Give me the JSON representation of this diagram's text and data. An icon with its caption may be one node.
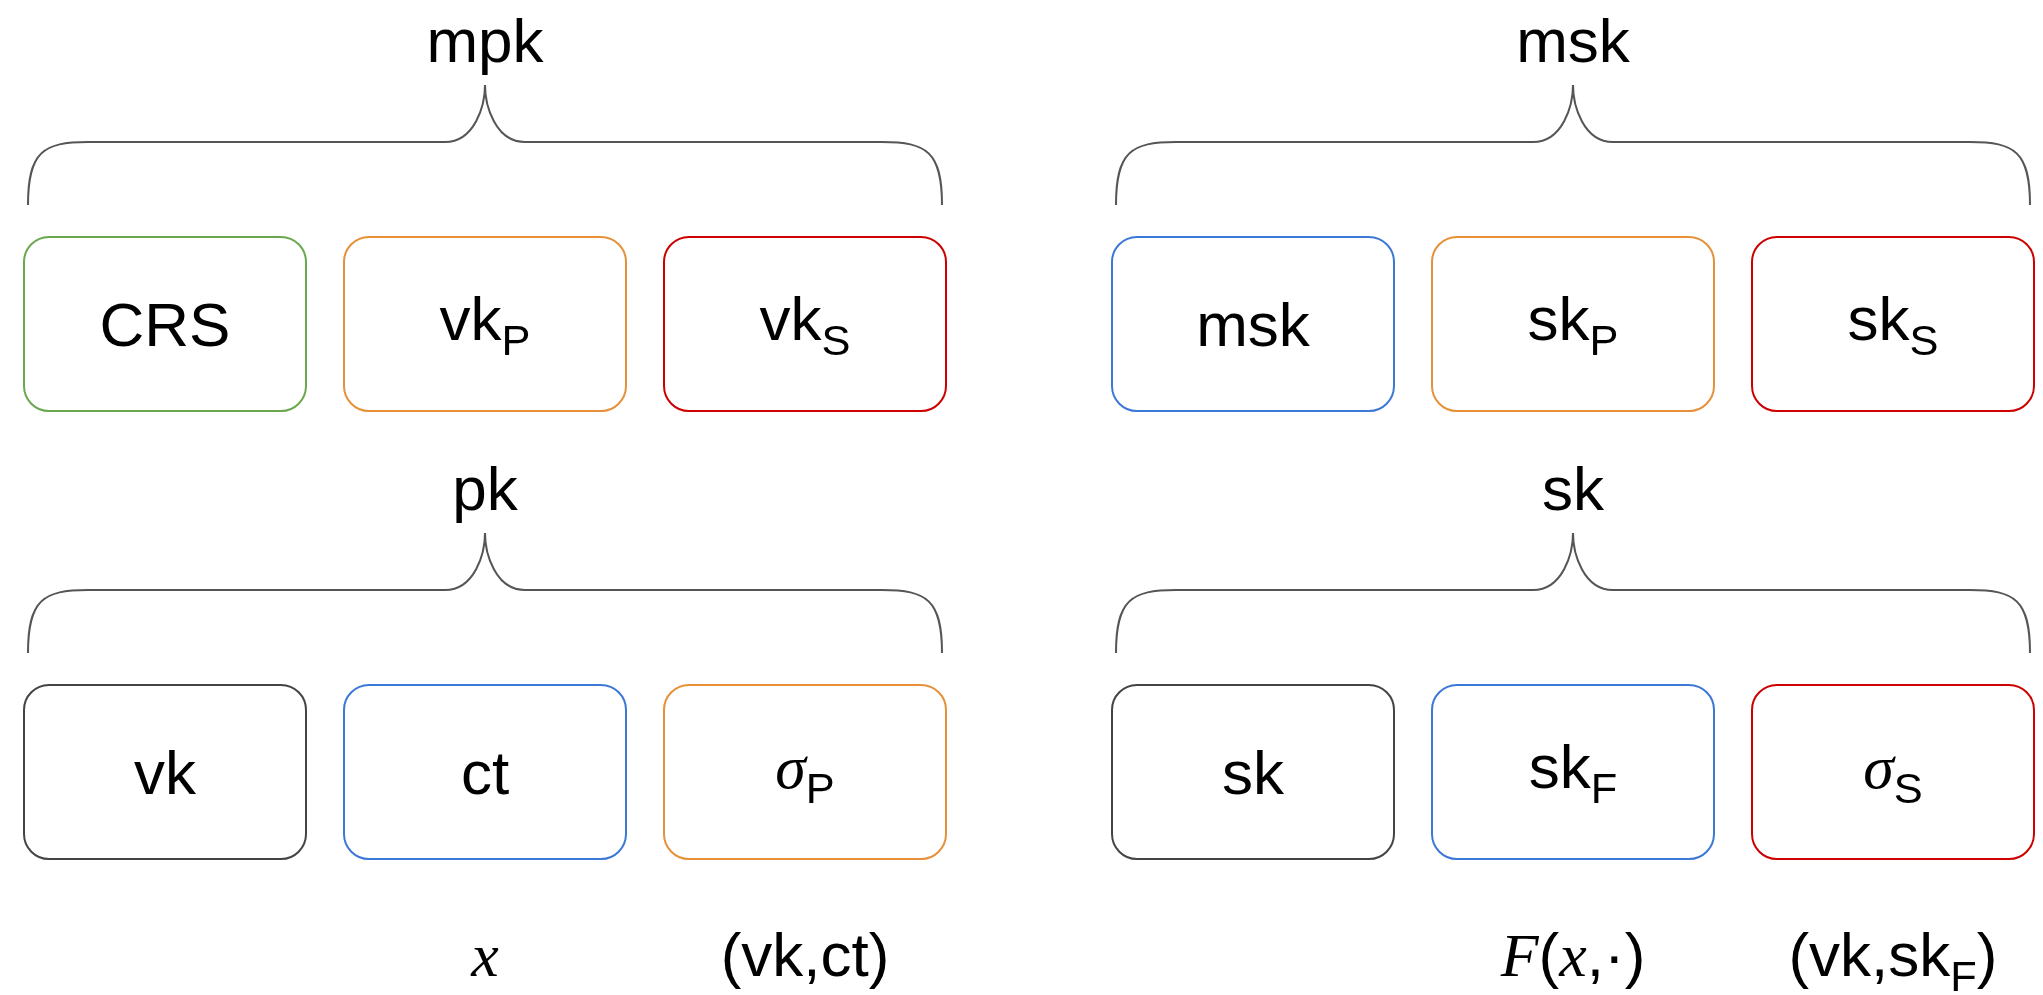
{
  "diagram": {
    "nodes": [
      {
        "text": [
          "CRS"
        ]
      },
      {
        "text": [
          "vk$_{P}$"
        ]
      },
      {
        "text": [
          "vk$_{S}$"
        ]
      },
      {
        "text": [
          "msk"
        ]
      },
      {
        "text": [
          "sk$_{P}$"
        ]
      },
      {
        "text": [
          "sk$_{S}$"
        ]
      },
      {
        "text": [
          "vk"
        ]
      },
      {
        "text": [
          "ct"
        ],
        "beside": [
          "*x*"
        ]
      },
      {
        "text": [
          "*σ*$_{P}$"
        ],
        "beside": [
          "(vk,ct)"
        ]
      },
      {
        "text": [
          "sk"
        ]
      },
      {
        "text": [
          "sk$_{F}$"
        ],
        "beside": [
          "*F*(*x*,·)"
        ]
      },
      {
        "text": [
          "*σ*$_{S}$"
        ],
        "beside": [
          "(vk,sk$_{F}$)"
        ]
      }
    ],
    "edges": [],
    "labels": [
      "mpk",
      "msk",
      "pk",
      "sk"
    ]
  }
}
